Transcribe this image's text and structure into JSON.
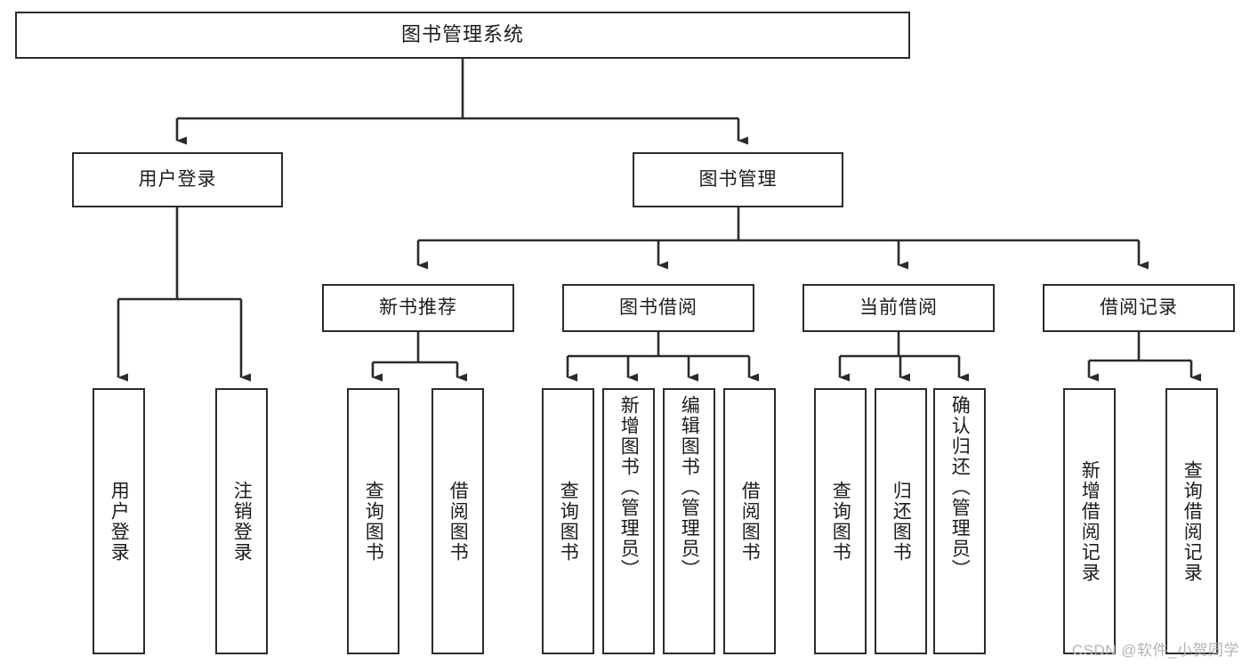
{
  "diagram": {
    "title": "图书管理系统",
    "watermark": "CSDN @软件_小贺同学",
    "line_color": "#2b2b2b",
    "box_fill": "#ffffff",
    "text_color": "#1c1c1c"
  },
  "nodes": {
    "root": {
      "label": "图书管理系统"
    },
    "level2": [
      {
        "label": "用户登录"
      },
      {
        "label": "图书管理"
      }
    ],
    "level3": [
      {
        "label": "新书推荐"
      },
      {
        "label": "图书借阅"
      },
      {
        "label": "当前借阅"
      },
      {
        "label": "借阅记录"
      }
    ],
    "leaves": {
      "user_login": [
        {
          "label": "用户登录"
        },
        {
          "label": "注销登录"
        }
      ],
      "new_book_recommend": [
        {
          "label": "查询图书"
        },
        {
          "label": "借阅图书"
        }
      ],
      "book_borrow": [
        {
          "label": "查询图书"
        },
        {
          "label": "新增图书（管理员）"
        },
        {
          "label": "编辑图书（管理员）"
        },
        {
          "label": "借阅图书"
        }
      ],
      "current_borrow": [
        {
          "label": "查询图书"
        },
        {
          "label": "归还图书"
        },
        {
          "label": "确认归还（管理员）"
        }
      ],
      "borrow_records": [
        {
          "label": "新增借阅记录"
        },
        {
          "label": "查询借阅记录"
        }
      ]
    }
  },
  "chart_data": {
    "type": "tree",
    "title": "图书管理系统",
    "edges": [
      {
        "from": "图书管理系统",
        "to": "用户登录"
      },
      {
        "from": "图书管理系统",
        "to": "图书管理"
      },
      {
        "from": "用户登录",
        "to": "用户登录"
      },
      {
        "from": "用户登录",
        "to": "注销登录"
      },
      {
        "from": "图书管理",
        "to": "新书推荐"
      },
      {
        "from": "图书管理",
        "to": "图书借阅"
      },
      {
        "from": "图书管理",
        "to": "当前借阅"
      },
      {
        "from": "图书管理",
        "to": "借阅记录"
      },
      {
        "from": "新书推荐",
        "to": "查询图书"
      },
      {
        "from": "新书推荐",
        "to": "借阅图书"
      },
      {
        "from": "图书借阅",
        "to": "查询图书"
      },
      {
        "from": "图书借阅",
        "to": "新增图书（管理员）"
      },
      {
        "from": "图书借阅",
        "to": "编辑图书（管理员）"
      },
      {
        "from": "图书借阅",
        "to": "借阅图书"
      },
      {
        "from": "当前借阅",
        "to": "查询图书"
      },
      {
        "from": "当前借阅",
        "to": "归还图书"
      },
      {
        "from": "当前借阅",
        "to": "确认归还（管理员）"
      },
      {
        "from": "借阅记录",
        "to": "新增借阅记录"
      },
      {
        "from": "借阅记录",
        "to": "查询借阅记录"
      }
    ]
  }
}
